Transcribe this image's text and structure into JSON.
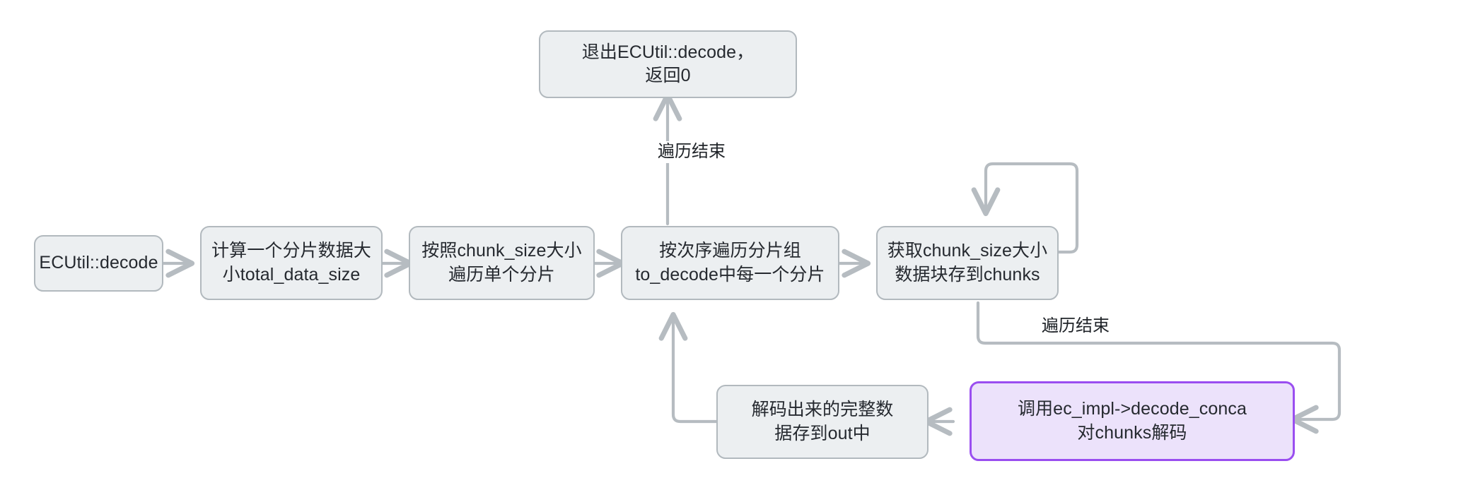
{
  "diagram": {
    "title": "ECUtil::decode flowchart",
    "background_color": "#ffffff",
    "node_fill": "#eceff1",
    "node_border": "#b2b9be",
    "highlight_fill": "#ece2fb",
    "highlight_border": "#9a4ef0",
    "edge_color": "#b6bcc1",
    "text_color": "#25292f"
  },
  "nodes": [
    {
      "id": "start",
      "label": "ECUtil::decode",
      "highlighted": false
    },
    {
      "id": "calc-size",
      "label": "计算一个分片数据大\n小total_data_size",
      "highlighted": false
    },
    {
      "id": "iter-shard",
      "label": "按照chunk_size大小\n遍历单个分片",
      "highlighted": false
    },
    {
      "id": "iter-group",
      "label": "按次序遍历分片组\nto_decode中每一个分片",
      "highlighted": false
    },
    {
      "id": "get-chunk",
      "label": "获取chunk_size大小\n数据块存到chunks",
      "highlighted": false
    },
    {
      "id": "exit",
      "label": "退出ECUtil::decode，\n返回0",
      "highlighted": false
    },
    {
      "id": "store-out",
      "label": "解码出来的完整数\n据存到out中",
      "highlighted": false
    },
    {
      "id": "decode-concat",
      "label": "调用ec_impl->decode_conca\n对chunks解码",
      "highlighted": true
    }
  ],
  "edges": [
    {
      "id": "e1",
      "from": "start",
      "to": "calc-size",
      "label": ""
    },
    {
      "id": "e2",
      "from": "calc-size",
      "to": "iter-shard",
      "label": ""
    },
    {
      "id": "e3",
      "from": "iter-shard",
      "to": "iter-group",
      "label": ""
    },
    {
      "id": "e4",
      "from": "iter-group",
      "to": "get-chunk",
      "label": ""
    },
    {
      "id": "e5",
      "from": "get-chunk",
      "to": "iter-group",
      "label": ""
    },
    {
      "id": "e6",
      "from": "iter-shard",
      "to": "exit",
      "label": "遍历结束"
    },
    {
      "id": "e7",
      "from": "iter-group",
      "to": "decode-concat",
      "label": "遍历结束"
    },
    {
      "id": "e8",
      "from": "decode-concat",
      "to": "store-out",
      "label": ""
    },
    {
      "id": "e9",
      "from": "store-out",
      "to": "iter-shard",
      "label": ""
    }
  ],
  "edge_labels": {
    "loop_end_top": "遍历结束",
    "loop_end_bottom": "遍历结束"
  }
}
